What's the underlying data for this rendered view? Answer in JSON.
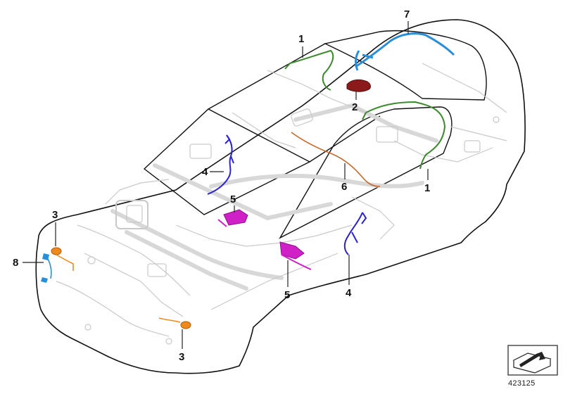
{
  "diagram": {
    "callouts": [
      "1",
      "1",
      "2",
      "3",
      "3",
      "4",
      "4",
      "5",
      "5",
      "6",
      "7",
      "8"
    ],
    "reference_number": "423125",
    "colors": {
      "part_1": "#3d8a2e",
      "part_2": "#8b1a1a",
      "part_3": "#f08a1c",
      "part_4": "#2a22d6",
      "part_5": "#d020c8",
      "part_6": "#c06a30",
      "part_7": "#2b8fd8",
      "part_8": "#2b8fd8"
    },
    "icons": [
      "car-outline-icon",
      "direction-arrow-icon"
    ]
  }
}
